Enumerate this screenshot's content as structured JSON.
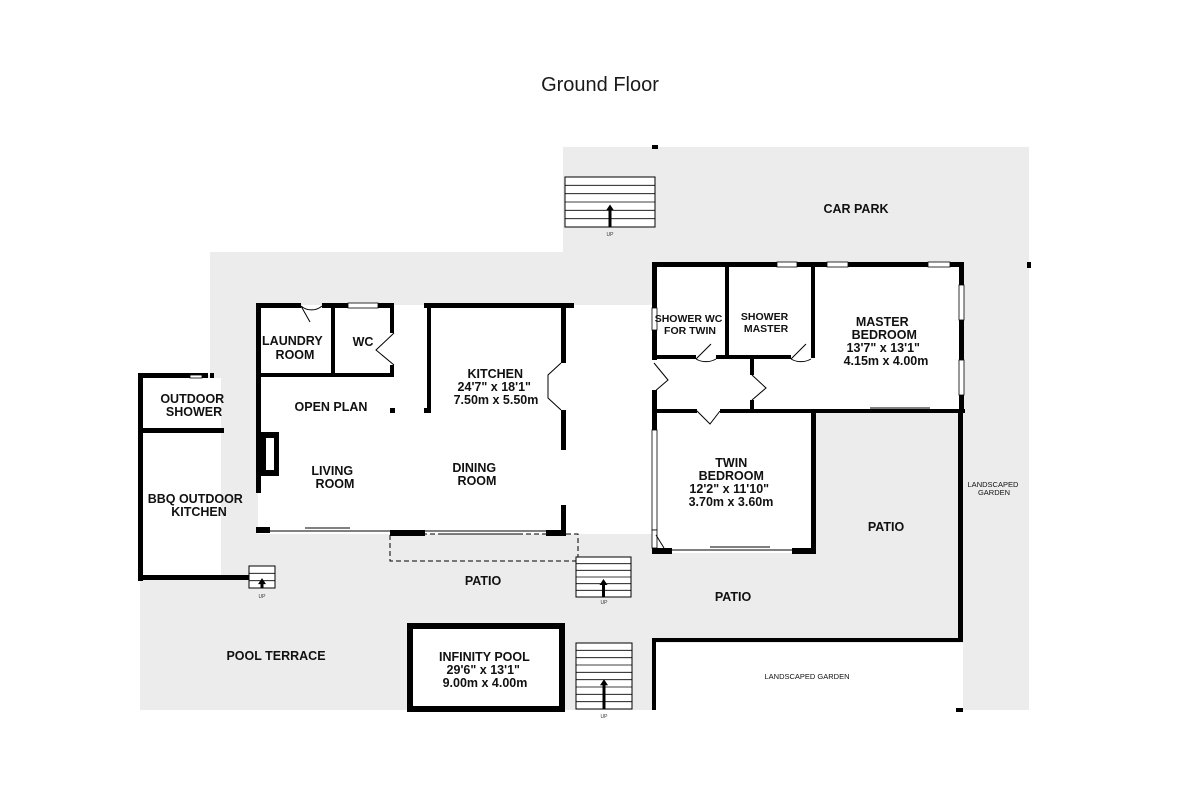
{
  "title": "Ground Floor",
  "rooms": {
    "car_park": "CAR PARK",
    "laundry": [
      "LAUNDRY",
      "ROOM"
    ],
    "wc": "WC",
    "kitchen": [
      "KITCHEN",
      "24'7\"  x 18'1\"",
      "7.50m  x 5.50m"
    ],
    "open_plan": "OPEN PLAN",
    "living": [
      "LIVING",
      "ROOM"
    ],
    "dining": [
      "DINING",
      "ROOM"
    ],
    "shower_wc_twin": [
      "SHOWER WC",
      "FOR TWIN"
    ],
    "shower_master": [
      "SHOWER",
      "MASTER"
    ],
    "master": [
      "MASTER",
      "BEDROOM",
      "13'7\"  x 13'1\"",
      "4.15m  x 4.00m"
    ],
    "twin": [
      "TWIN",
      "BEDROOM",
      "12'2\"  x 11'10\"",
      "3.70m  x 3.60m"
    ],
    "outdoor_shower": [
      "OUTDOOR",
      "SHOWER"
    ],
    "bbq": [
      "BBQ OUTDOOR",
      "KITCHEN"
    ],
    "patio_1": "PATIO",
    "patio_2": "PATIO",
    "patio_3": "PATIO",
    "pool_terrace": "POOL TERRACE",
    "infinity_pool": [
      "INFINITY POOL",
      "29'6\"  x 13'1\"",
      "9.00m  x 4.00m"
    ],
    "landscaped_right": [
      "LANDSCAPED",
      "GARDEN"
    ],
    "landscaped_bottom": "LANDSCAPED GARDEN"
  },
  "stairs_label": "UP",
  "colors": {
    "outdoor": "#ececec",
    "wall": "#000000",
    "floor": "#ffffff"
  }
}
